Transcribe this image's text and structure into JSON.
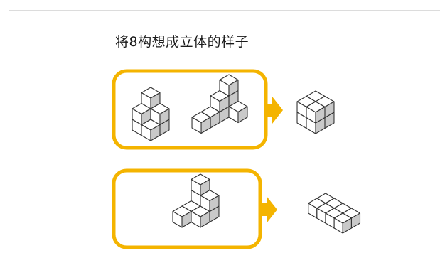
{
  "title": "将8构想成立体的样子",
  "colors": {
    "frame": "#f4b400",
    "arrow": "#f4b400",
    "cube_top": "#ffffff",
    "cube_left": "#ffffff",
    "cube_right": "#c9c9c9",
    "cube_stroke": "#333333"
  },
  "rows": [
    {
      "name": "row-1",
      "inputs": [
        {
          "name": "stair-tower-shape",
          "cube_count": 8
        },
        {
          "name": "stair-step-shape",
          "cube_count": 8
        }
      ],
      "result": {
        "name": "cube-2x2x2",
        "cube_count": 8
      }
    },
    {
      "name": "row-2",
      "inputs": [
        {
          "name": "stair-wall-shape",
          "cube_count": 8
        }
      ],
      "result": {
        "name": "flat-bar-4x2",
        "cube_count": 8
      }
    }
  ]
}
